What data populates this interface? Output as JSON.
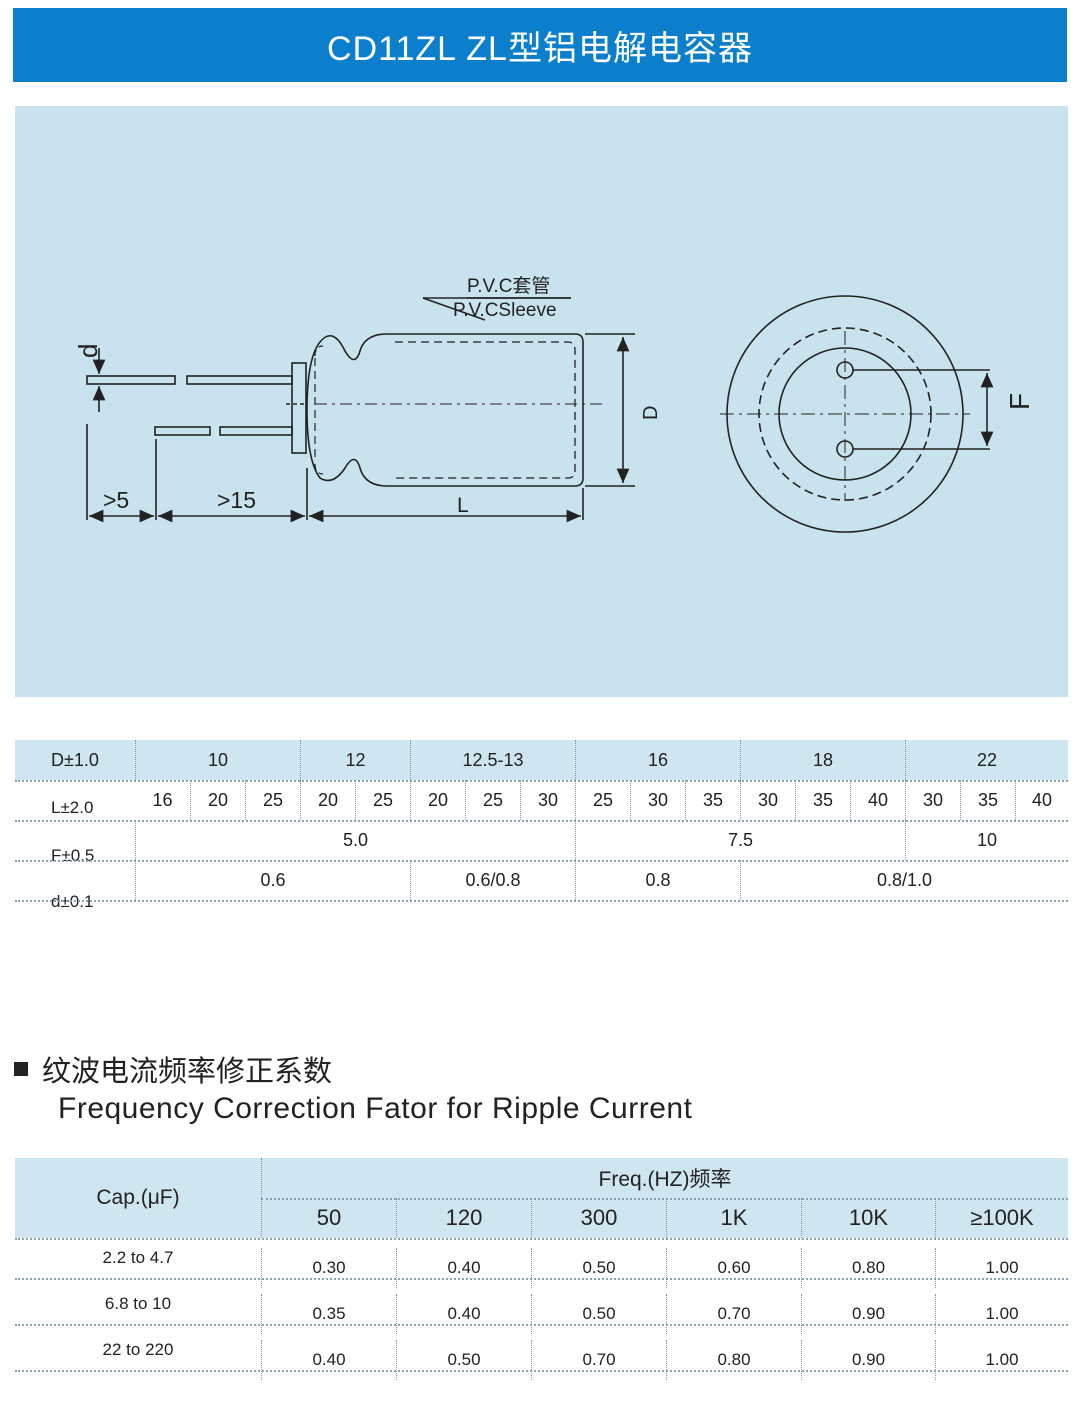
{
  "header": {
    "title": "CD11ZL  ZL型铝电解电容器"
  },
  "drawing": {
    "sleeve_cn": "P.V.C套管",
    "sleeve_en": "P.V.CSleeve",
    "label_d": "d",
    "label_D": "D",
    "label_L": "L",
    "label_F": "F",
    "label_gt5": ">5",
    "label_gt15": ">15"
  },
  "dim_table": {
    "row_labels": {
      "D": "D±1.0",
      "L": "L±2.0",
      "F": "F±0.5",
      "d": "d±0.1"
    },
    "D_groups": [
      "10",
      "12",
      "12.5-13",
      "16",
      "18",
      "22"
    ],
    "L_values": [
      "16",
      "20",
      "25",
      "20",
      "25",
      "20",
      "25",
      "30",
      "25",
      "30",
      "35",
      "30",
      "35",
      "40",
      "30",
      "35",
      "40"
    ],
    "F_values": [
      "5.0",
      "7.5",
      "10"
    ],
    "d_values": [
      "0.6",
      "0.6/0.8",
      "0.8",
      "0.8/1.0"
    ]
  },
  "section": {
    "title_cn": "纹波电流频率修正系数",
    "title_en": "Frequency Correction Fator for  Ripple Current"
  },
  "freq_table": {
    "cap_header": "Cap.(μF)",
    "freq_header": "Freq.(HZ)频率",
    "freqs": [
      "50",
      "120",
      "300",
      "1K",
      "10K",
      "≥100K"
    ],
    "rows": [
      {
        "cap": "2.2 to 4.7",
        "values": [
          "0.30",
          "0.40",
          "0.50",
          "0.60",
          "0.80",
          "1.00"
        ]
      },
      {
        "cap": "6.8 to 10",
        "values": [
          "0.35",
          "0.40",
          "0.50",
          "0.70",
          "0.90",
          "1.00"
        ]
      },
      {
        "cap": "22 to 220",
        "values": [
          "0.40",
          "0.50",
          "0.70",
          "0.80",
          "0.90",
          "1.00"
        ]
      }
    ]
  }
}
